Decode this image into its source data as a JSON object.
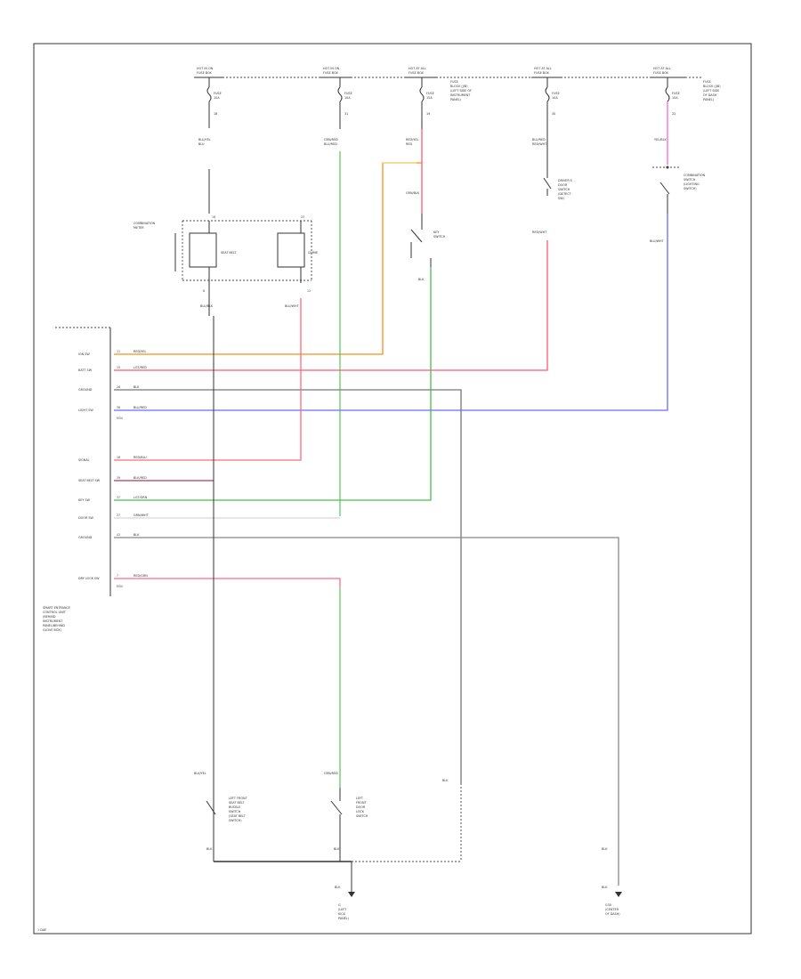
{
  "figure_code": "1 DAE",
  "fuse_panel": [
    {
      "id": "fuse-1",
      "header": "HOT IN ON",
      "box": "FUSE BOX",
      "fuse": "FUSE",
      "amp": "10A",
      "num": "18"
    },
    {
      "id": "fuse-2",
      "header": "HOT IN ON",
      "box": "FUSE BOX",
      "fuse": "FUSE",
      "amp": "10A",
      "num": "31"
    },
    {
      "id": "fuse-3",
      "header": "HOT AT ALL",
      "box": "FUSE BOX",
      "fuse": "FUSE",
      "amp": "15A",
      "num": "19"
    },
    {
      "id": "fuse-4",
      "header": "HOT AT ALL",
      "box": "FUSE BOX",
      "fuse": "FUSE",
      "amp": "10A",
      "num": "30"
    },
    {
      "id": "fuse-5",
      "header": "HOT AT ALL",
      "box": "FUSE BOX",
      "fuse": "FUSE",
      "amp": "10A",
      "num": "22"
    }
  ],
  "fuse_box_note": [
    "FUSE",
    "BLOCK (J/B)",
    "(LEFT SIDE OF",
    "INSTRUMENT",
    "PANEL)"
  ],
  "fuse_panel_note": [
    "FUSE",
    "BLOCK (J/B)",
    "(LEFT SIDE",
    "OF DASH",
    "PANEL)"
  ],
  "wires": {
    "w1": "BLU/YEL",
    "w2": "BLU",
    "w3": "GRN/RED",
    "w4": "BLU/RED",
    "w5": "RED/YEL",
    "w6": "RED",
    "w7": "BLU/RED",
    "w8": "RED/WHT",
    "w9": "YEL/BLK",
    "w10": "BLU/BLK",
    "w11": "BLU/WHT",
    "w12": "GRN/BLK",
    "w13": "BLK",
    "w14": "BLK",
    "w15": "BLK"
  },
  "combo_meter": {
    "label": [
      "COMBINATION",
      "METER"
    ],
    "lamp1": "SEAT BELT",
    "lamp2": "CHIME",
    "pin_a": "16",
    "pin_b": "23",
    "pin_c": "8",
    "pin_d": "12"
  },
  "key_switch": {
    "label": [
      "KEY",
      "SWITCH"
    ]
  },
  "door_switch": {
    "label": [
      "DRIVER'S",
      "DOOR",
      "SWITCH",
      "(DETECT",
      "SW)"
    ]
  },
  "ignition_switch": {
    "label": [
      "COMBINATION",
      "SWITCH",
      "(LIGHTING",
      "SWITCH)"
    ]
  },
  "module": {
    "label": [
      "SMART ENTRANCE",
      "CONTROL UNIT",
      "(BEHIND",
      "INSTRUMENT",
      "PANEL/BEHIND",
      "GLOVE BOX)"
    ],
    "pins": [
      {
        "name": "IGN SW",
        "pin": "11",
        "wire": "RED/YEL",
        "color": "#ff8c1a"
      },
      {
        "name": "BATT SW",
        "pin": "15",
        "wire": "LGT/RED",
        "color": "#ff5a6e"
      },
      {
        "name": "GROUND",
        "pin": "26",
        "wire": "BLK",
        "color": "#777777"
      },
      {
        "name": "LIGHT SW",
        "pin": "38",
        "wire": "BLU/RED",
        "color": "#6a6aff"
      },
      {
        "name": "SIGNAL",
        "pin": "18",
        "wire": "RED/BLU",
        "color": "#ff6b7a"
      },
      {
        "name": "SEAT BELT SW",
        "pin": "39",
        "wire": "BLK/RED",
        "color": "#b03a5a"
      },
      {
        "name": "KEY SW",
        "pin": "37",
        "wire": "LGT/GRN",
        "color": "#47c047"
      },
      {
        "name": "DOOR SW",
        "pin": "27",
        "wire": "GRN/WHT",
        "color": "#bbbbbb"
      },
      {
        "name": "GROUND",
        "pin": "43",
        "wire": "BLK",
        "color": "#888888"
      },
      {
        "name": "DRY LOCK SW",
        "pin": "7",
        "wire": "RED/GRN",
        "color": "#ff6b8a"
      }
    ],
    "connector_top": "M34",
    "connector_bot": "M34"
  },
  "bottom_switches": [
    {
      "id": "seat-belt-buckle",
      "wire": "BLK/YEL",
      "label": [
        "LEFT FRONT",
        "SEAT BELT",
        "BUCKLE",
        "SWITCH",
        "(SEAT BELT",
        "SWITCH)"
      ],
      "ground": "BLK"
    },
    {
      "id": "door-lock-switch",
      "wire": "GRN/RED",
      "label": [
        "LEFT",
        "FRONT",
        "DOOR",
        "LOCK",
        "SWITCH"
      ],
      "ground": "BLK"
    }
  ],
  "grounds": [
    {
      "id": "ground-left",
      "wire": "BLK",
      "label": [
        "G",
        "(LEFT",
        "KICK",
        "PANEL)"
      ]
    },
    {
      "id": "ground-right",
      "wire": "BLK",
      "label": [
        "G30",
        "(CENTER",
        "OF DASH)"
      ]
    }
  ],
  "colors": {
    "orange": "#ff8c1a",
    "red": "#ff5a6e",
    "green": "#47c047",
    "blue": "#6a6aff",
    "pink": "#ff66cc",
    "yellow": "#e8e07a",
    "purple": "#b03a5a"
  }
}
